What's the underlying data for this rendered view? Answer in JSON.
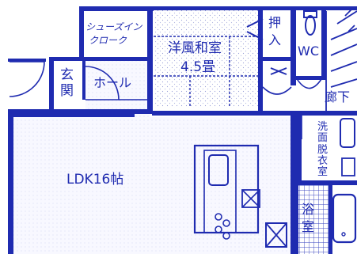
{
  "plan": {
    "ink_color": "#1f2bb0",
    "paper_color": "#ffffff",
    "rooms": {
      "shoe_closet": [
        "シューズイン",
        "クローク"
      ],
      "western_japanese_room": "洋風和室",
      "room_size": "4.5畳",
      "closet": [
        "押",
        "入"
      ],
      "wc": "WC",
      "entrance": [
        "玄",
        "関"
      ],
      "hall": "ホール",
      "corridor": "廊下",
      "washroom": [
        "洗",
        "面",
        "脱",
        "衣",
        "室"
      ],
      "ldk": "LDK16帖",
      "bath": [
        "浴",
        "室"
      ]
    }
  }
}
